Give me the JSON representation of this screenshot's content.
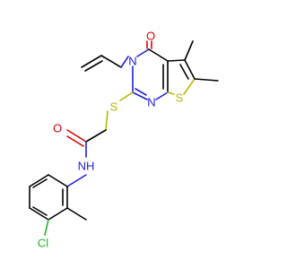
{
  "colors": {
    "carbon": "#000000",
    "nitrogen": "#2020e0",
    "oxygen": "#e00000",
    "sulfur": "#b8b800",
    "chlorine": "#1fb31f",
    "background": "#ffffff"
  },
  "atoms": {
    "O_ring": {
      "label": "O",
      "element": "O"
    },
    "N_ring": {
      "label": "N",
      "element": "N"
    },
    "N_pyr": {
      "label": "N",
      "element": "N"
    },
    "S_thio": {
      "label": "S",
      "element": "S"
    },
    "S_link": {
      "label": "S",
      "element": "S"
    },
    "O_amide": {
      "label": "O",
      "element": "O"
    },
    "NH_amide": {
      "label": "NH",
      "element": "N"
    },
    "Cl": {
      "label": "Cl",
      "element": "Cl"
    }
  }
}
